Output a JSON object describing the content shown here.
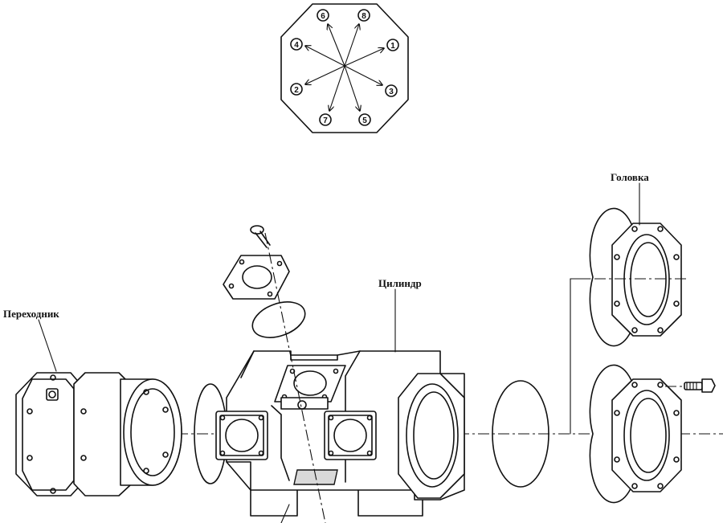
{
  "labels": {
    "adapter": "Переходник",
    "cylinder": "Цилиндр",
    "head": "Головка"
  },
  "bolt_sequence": {
    "numbers": [
      "1",
      "2",
      "3",
      "4",
      "5",
      "6",
      "7",
      "8"
    ]
  }
}
